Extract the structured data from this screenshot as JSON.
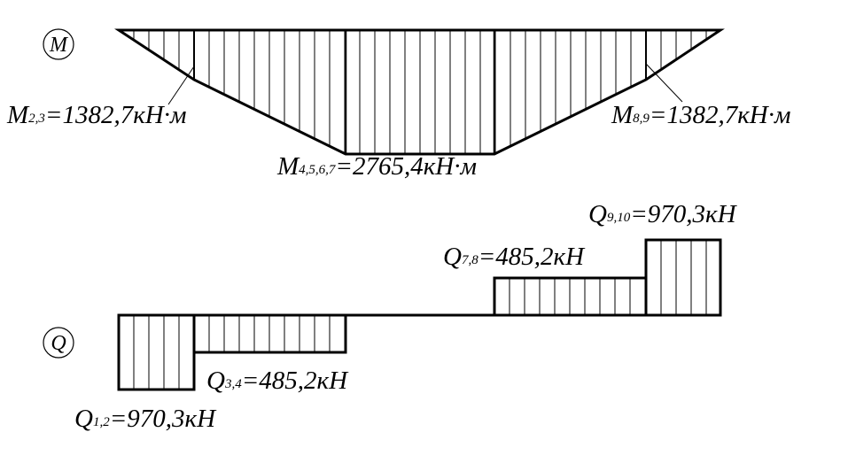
{
  "moment_diagram": {
    "symbol": "M",
    "labels": {
      "m23": {
        "letter": "M",
        "sub": "2,3",
        "value": "=1382,7кН·м"
      },
      "m4567": {
        "letter": "M",
        "sub": "4,5,6,7",
        "value": "=2765,4кН·м"
      },
      "m89": {
        "letter": "M",
        "sub": "8,9",
        "value": "=1382,7кН·м"
      }
    }
  },
  "shear_diagram": {
    "symbol": "Q",
    "labels": {
      "q12": {
        "letter": "Q",
        "sub": "1,2",
        "value": "=970,3кН"
      },
      "q34": {
        "letter": "Q",
        "sub": "3,4",
        "value": "=485,2кН"
      },
      "q78": {
        "letter": "Q",
        "sub": "7,8",
        "value": "=485,2кН"
      },
      "q910": {
        "letter": "Q",
        "sub": "9,10",
        "value": "=970,3кН"
      }
    }
  }
}
